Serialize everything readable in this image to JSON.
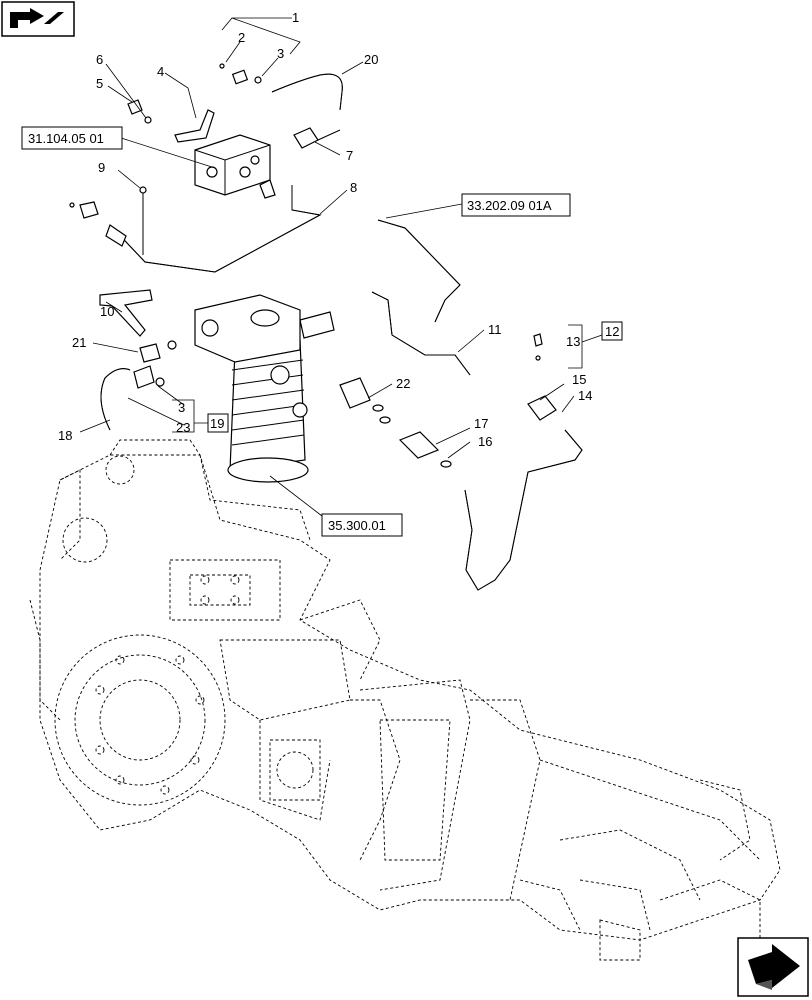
{
  "callouts": {
    "n1": "1",
    "n2": "2",
    "n3": "3",
    "n3b": "3",
    "n4": "4",
    "n5": "5",
    "n6": "6",
    "n7": "7",
    "n8": "8",
    "n9": "9",
    "n10": "10",
    "n11": "11",
    "n12": "12",
    "n13": "13",
    "n14": "14",
    "n15": "15",
    "n16": "16",
    "n17": "17",
    "n18": "18",
    "n19": "19",
    "n20": "20",
    "n21": "21",
    "n22": "22",
    "n23": "23"
  },
  "references": {
    "ref_valve": "31.104.05 01",
    "ref_cable": "33.202.09 01A",
    "ref_filter": "35.300.01"
  },
  "icons": {
    "top_left": "page-back-arrow-icon",
    "bottom_right": "next-page-arrow-icon"
  }
}
